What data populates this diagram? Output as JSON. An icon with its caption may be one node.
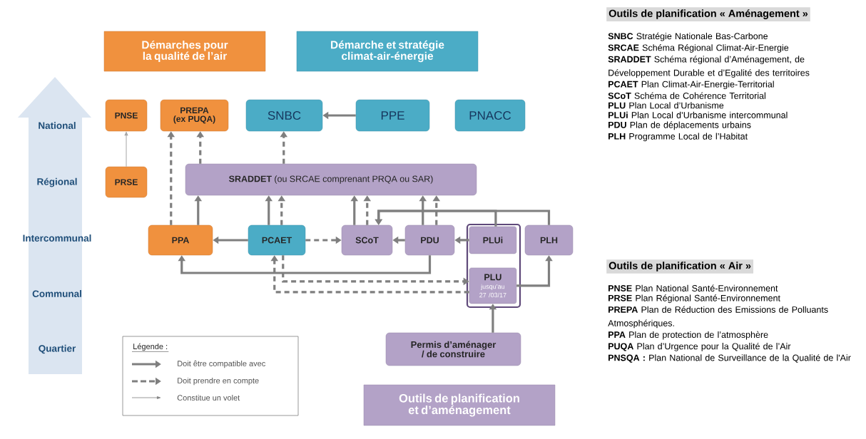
{
  "diagram": {
    "nodes": [
      {
        "text": [
          "Démarches pour la qualité de l’air"
        ]
      },
      {
        "text": [
          "Démarche et stratégie climat-air-énergie"
        ]
      },
      {
        "text": [
          "PNSE"
        ]
      },
      {
        "text": [
          "PREPA (ex PUQA)"
        ]
      },
      {
        "text": [
          "SNBC"
        ]
      },
      {
        "text": [
          "PPE"
        ]
      },
      {
        "text": [
          "PNACC"
        ]
      },
      {
        "text": [
          "PRSE"
        ]
      },
      {
        "text": [
          "**SRADDET** (ou SRCAE comprenant PRQA ou SAR)"
        ]
      },
      {
        "text": [
          "PPA"
        ]
      },
      {
        "text": [
          "PCAET"
        ]
      },
      {
        "text": [
          "SCoT"
        ]
      },
      {
        "text": [
          "PDU"
        ]
      },
      {
        "text": [],
        "shape": "box"
      },
      {
        "text": [
          "PLUi"
        ],
        "in": 13
      },
      {
        "text": [
          "PLU",
          "jusqu’au 27 /03/17"
        ],
        "in": 13
      },
      {
        "text": [
          "PLH"
        ]
      },
      {
        "text": [
          "Permis d’aménager / de construire"
        ]
      },
      {
        "text": [
          "Outils de planification et d’aménagement"
        ]
      }
    ],
    "edges": [
      {
        "from": 7,
        "to": 2,
        "arrow": "to",
        "color": "#a6a6a6"
      },
      {
        "from": 5,
        "to": 4,
        "arrow": "to"
      },
      {
        "from": 9,
        "to": 3,
        "arrow": "to",
        "style": "dashed"
      },
      {
        "from": 8,
        "to": 3,
        "arrow": "to",
        "style": "dashed"
      },
      {
        "from": 8,
        "to": 4,
        "arrow": "to",
        "style": "dashed"
      },
      {
        "from": 9,
        "to": 8,
        "arrow": "to"
      },
      {
        "from": 10,
        "to": 8,
        "arrow": "to"
      },
      {
        "from": 10,
        "to": 8,
        "arrow": "to",
        "style": "dashed"
      },
      {
        "from": 10,
        "to": 9,
        "arrow": "to"
      },
      {
        "from": 10,
        "to": 11,
        "arrow": "to",
        "style": "dashed"
      },
      {
        "from": 11,
        "to": 8,
        "arrow": "to"
      },
      {
        "from": 11,
        "to": 8,
        "arrow": "to",
        "style": "dashed"
      },
      {
        "from": 12,
        "to": 8,
        "arrow": "to"
      },
      {
        "from": 12,
        "to": 8,
        "arrow": "to",
        "style": "dashed"
      },
      {
        "from": 12,
        "to": 11,
        "arrow": "to"
      },
      {
        "from": 14,
        "to": 12,
        "arrow": "to"
      },
      {
        "from": 14,
        "to": 11,
        "arrow": "to"
      },
      {
        "from": 16,
        "to": 11,
        "arrow": "to"
      },
      {
        "from": 12,
        "to": 9,
        "arrow": "to"
      },
      {
        "from": 10,
        "to": 15,
        "arrow": "to",
        "style": "dashed"
      },
      {
        "from": 15,
        "to": 10,
        "arrow": "to",
        "style": "dashed"
      },
      {
        "from": 15,
        "to": 16,
        "arrow": "to"
      },
      {
        "from": 17,
        "to": 15,
        "arrow": "to"
      }
    ],
    "labels": [
      "National",
      "Régional",
      "Intercommunal",
      "Communal",
      "Quartier",
      "Légende :",
      "Outils de planification « Aménagement »",
      "**SNBC** Stratégie Nationale Bas-Carbone",
      "**SRCAE** Schéma Régional Climat-Air-Energie",
      "**SRADDET** Schéma régional d’Aménagement, de Développement Durable et d’Egalité des territoires",
      "**PCAET** Plan Climat-Air-Energie-Territorial",
      "**SCoT** Schéma de Cohérence Territorial",
      "**PLU** Plan Local d’Urbanisme",
      "**PLUi** Plan Local d’Urbanisme intercommunal",
      "**PDU** Plan de déplacements urbains",
      "**PLH** Programme Local de l’Habitat",
      "Outils de planification « Air »",
      "**PNSE** Plan National Santé-Environnement",
      "**PRSE** Plan Régional Santé-Environnement",
      "**PREPA** Plan de Réduction des Emissions de Polluants Atmosphériques.",
      "**PPA** Plan de protection de l’atmosphère",
      "**PUQA** Plan d’Urgence pour la Qualité de l’Air",
      "**PNSQA :** Plan National de Surveillance de la Qualité de l'Air"
    ],
    "legend": [
      {
        "text": "Doit être compatible avec"
      },
      {
        "text": "Doit prendre en compte"
      },
      {
        "text": "Constitue un volet"
      }
    ]
  }
}
